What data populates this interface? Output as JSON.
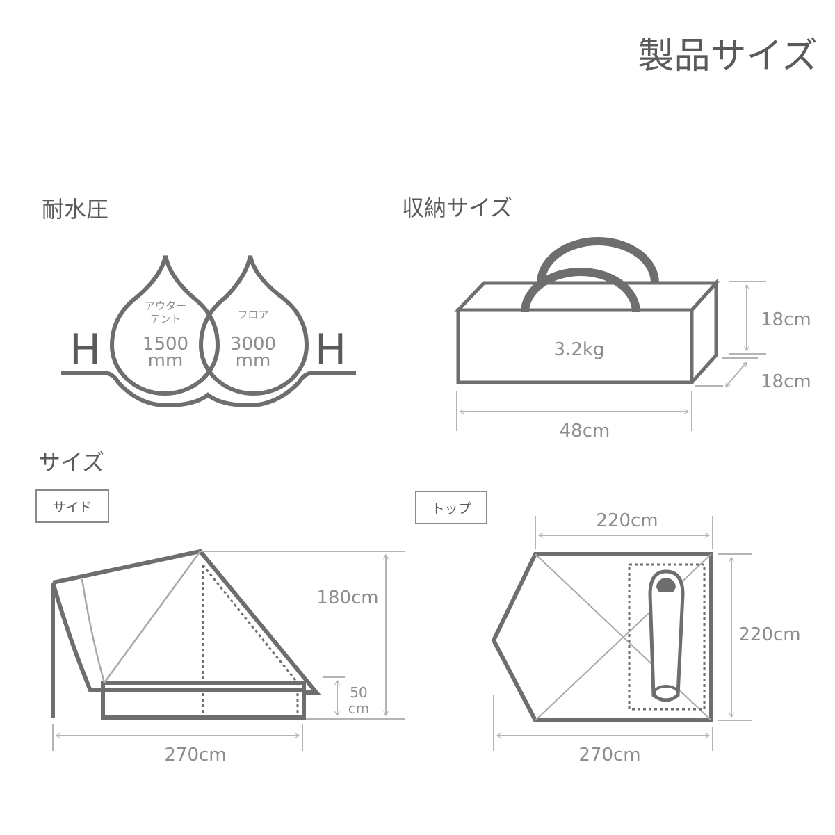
{
  "title": "製品サイズ",
  "water": {
    "heading": "耐水圧",
    "outer": {
      "label_line1": "アウター",
      "label_line2": "テント",
      "value": "1500",
      "unit": "mm"
    },
    "floor": {
      "label": "フロア",
      "value": "3000",
      "unit": "mm"
    },
    "h_left": "H",
    "h_right": "H"
  },
  "storage": {
    "heading": "収納サイズ",
    "weight": "3.2kg",
    "height": "18cm",
    "depth": "18cm",
    "width": "48cm"
  },
  "size": {
    "heading": "サイズ",
    "side": {
      "tab": "サイド",
      "height": "180cm",
      "wall_value": "50",
      "wall_unit": "cm",
      "length": "270cm"
    },
    "top": {
      "tab": "トップ",
      "width_top": "220cm",
      "depth": "220cm",
      "length": "270cm"
    }
  },
  "colors": {
    "line_dark": "#6e6e6e",
    "line_light": "#a8a8a8",
    "text": "#8c8c8c"
  }
}
